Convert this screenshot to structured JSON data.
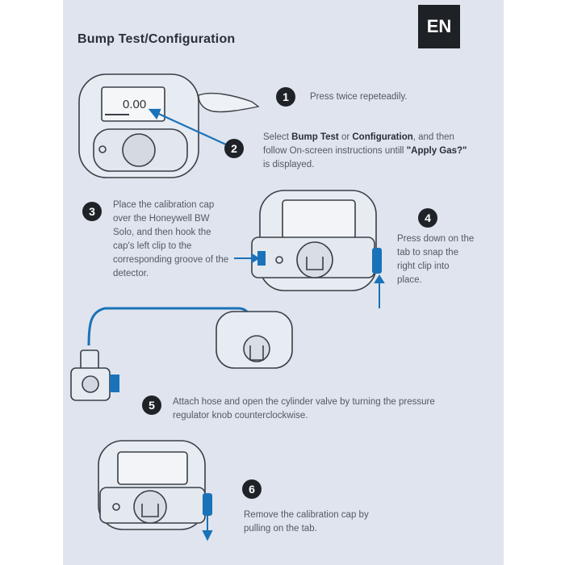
{
  "header": {
    "title": "Bump Test/Configuration",
    "lang_badge": "EN"
  },
  "device": {
    "display_value": "0.00"
  },
  "steps": [
    {
      "number": "1",
      "text": "Press twice repeteadily."
    },
    {
      "number": "2",
      "text_pre": "Select ",
      "bold1": "Bump Test",
      "text_mid1": " or ",
      "bold2": "Configuration",
      "text_mid2": ", and then follow On-screen instructions untill ",
      "bold3": "\"Apply Gas?\"",
      "text_post": " is displayed."
    },
    {
      "number": "3",
      "text": "Place the calibration cap over the Honeywell BW Solo, and then hook the cap's left clip to the corresponding groove of the detector."
    },
    {
      "number": "4",
      "text": "Press down on the tab to snap the right clip into place."
    },
    {
      "number": "5",
      "text": "Attach hose and open the cylinder valve by turning the pressure regulator knob counterclockwise."
    },
    {
      "number": "6",
      "text": "Remove the calibration cap by pulling on the tab."
    }
  ],
  "colors": {
    "paper": "#dfe4ee",
    "ink": "#1f2328",
    "accent_blue": "#1a72b8",
    "line_art": "#3a4047"
  },
  "icons": [
    "hand-icon",
    "arrow-icon",
    "gas-cylinder-icon",
    "hose-icon",
    "calibration-cap-icon"
  ]
}
